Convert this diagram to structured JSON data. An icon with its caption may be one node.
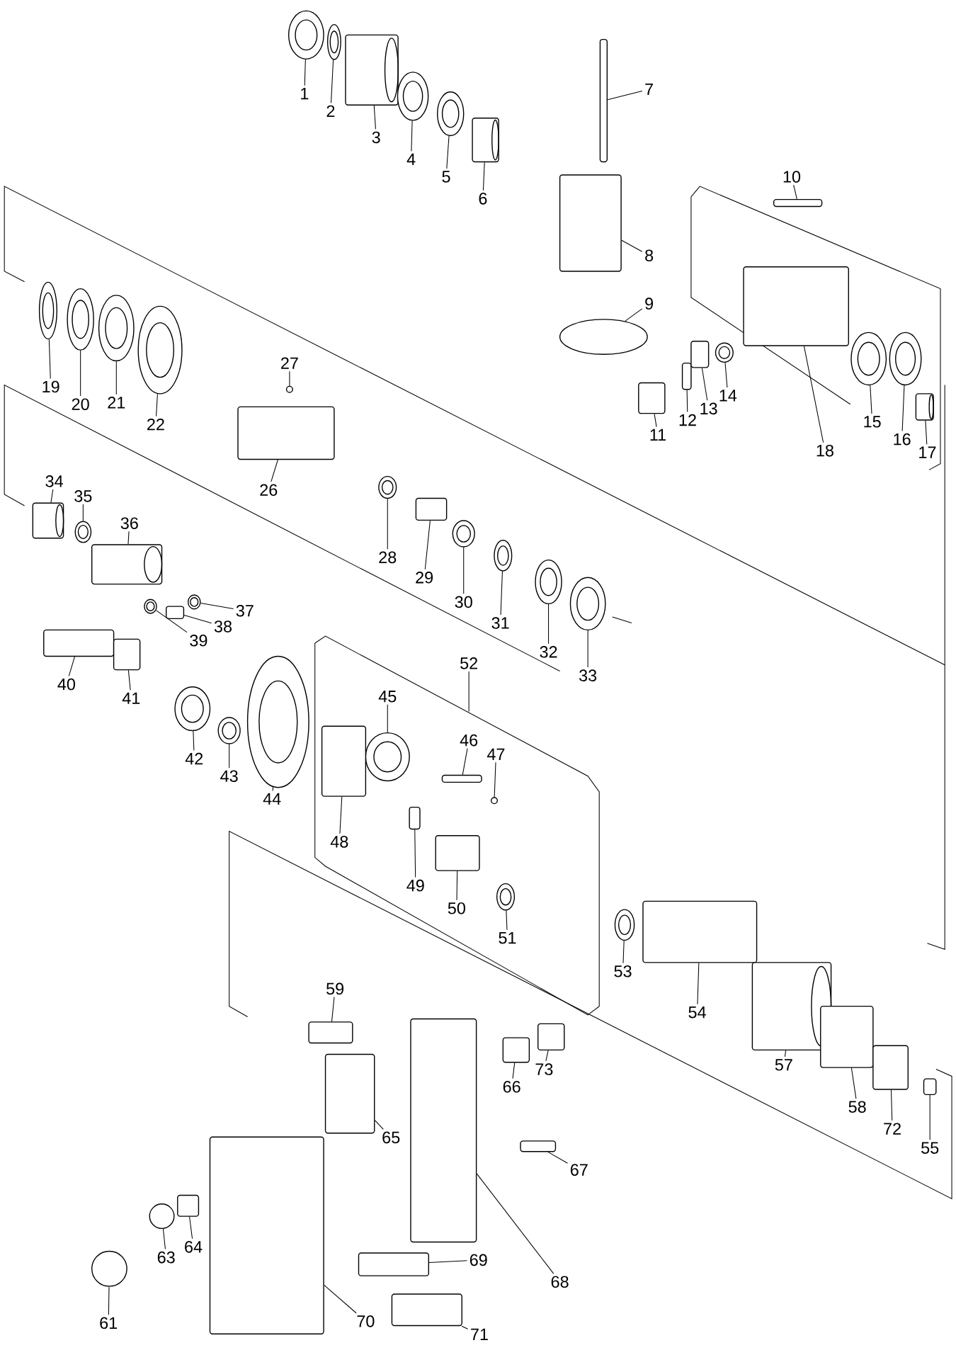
{
  "diagram": {
    "nodes": [
      {
        "text": [
          "1"
        ]
      },
      {
        "text": [
          "2"
        ]
      },
      {
        "text": [
          "3"
        ]
      },
      {
        "text": [
          "4"
        ]
      },
      {
        "text": [
          "5"
        ]
      },
      {
        "text": [
          "6"
        ]
      },
      {
        "text": [
          "7"
        ]
      },
      {
        "text": [
          "8"
        ]
      },
      {
        "text": [
          "9"
        ]
      },
      {
        "text": [
          "10"
        ]
      },
      {
        "text": [
          "11"
        ]
      },
      {
        "text": [
          "12"
        ]
      },
      {
        "text": [
          "13"
        ]
      },
      {
        "text": [
          "14"
        ]
      },
      {
        "text": [
          "15"
        ]
      },
      {
        "text": [
          "16"
        ]
      },
      {
        "text": [
          "17"
        ]
      },
      {
        "text": [
          "18"
        ]
      },
      {
        "text": [
          "19"
        ]
      },
      {
        "text": [
          "20"
        ]
      },
      {
        "text": [
          "21"
        ]
      },
      {
        "text": [
          "22"
        ]
      },
      {
        "text": [
          "26"
        ]
      },
      {
        "text": [
          "27"
        ]
      },
      {
        "text": [
          "28"
        ]
      },
      {
        "text": [
          "29"
        ]
      },
      {
        "text": [
          "30"
        ]
      },
      {
        "text": [
          "31"
        ]
      },
      {
        "text": [
          "32"
        ]
      },
      {
        "text": [
          "33"
        ]
      },
      {
        "text": [
          "34"
        ]
      },
      {
        "text": [
          "35"
        ]
      },
      {
        "text": [
          "36"
        ]
      },
      {
        "text": [
          "37"
        ]
      },
      {
        "text": [
          "38"
        ]
      },
      {
        "text": [
          "39"
        ]
      },
      {
        "text": [
          "40"
        ]
      },
      {
        "text": [
          "41"
        ]
      },
      {
        "text": [
          "42"
        ]
      },
      {
        "text": [
          "43"
        ]
      },
      {
        "text": [
          "44"
        ]
      },
      {
        "text": [
          "45"
        ],
        "in": 115
      },
      {
        "text": [
          "46"
        ],
        "in": 115
      },
      {
        "text": [
          "47"
        ],
        "in": 115
      },
      {
        "text": [
          "48"
        ],
        "in": 115
      },
      {
        "text": [
          "49"
        ],
        "in": 115
      },
      {
        "text": [
          "50"
        ],
        "in": 115
      },
      {
        "text": [
          "51"
        ],
        "in": 115
      },
      {
        "text": [
          "52"
        ]
      },
      {
        "text": [
          "53"
        ]
      },
      {
        "text": [
          "54"
        ]
      },
      {
        "text": [
          "55"
        ]
      },
      {
        "text": [
          "57"
        ]
      },
      {
        "text": [
          "58"
        ]
      },
      {
        "text": [
          "59"
        ]
      },
      {
        "text": [
          "61"
        ]
      },
      {
        "text": [
          "63"
        ]
      },
      {
        "text": [
          "64"
        ]
      },
      {
        "text": [
          "65"
        ]
      },
      {
        "text": [
          "66"
        ]
      },
      {
        "text": [
          "67"
        ]
      },
      {
        "text": [
          "68"
        ]
      },
      {
        "text": [
          "69"
        ]
      },
      {
        "text": [
          "70"
        ]
      },
      {
        "text": [
          "71"
        ]
      },
      {
        "text": [
          "72"
        ]
      },
      {
        "text": [
          "73"
        ]
      },
      {
        "text": [],
        "shape": "circle"
      },
      {
        "text": [],
        "shape": "circle"
      },
      {
        "text": [],
        "shape": "box"
      },
      {
        "text": [],
        "shape": "circle"
      },
      {
        "text": [],
        "shape": "circle"
      },
      {
        "text": [],
        "shape": "box"
      },
      {
        "text": [],
        "shape": "box"
      },
      {
        "text": [],
        "shape": "box"
      },
      {
        "text": [],
        "shape": "circle"
      },
      {
        "text": [],
        "shape": "box"
      },
      {
        "text": [],
        "shape": "box"
      },
      {
        "text": [],
        "shape": "box"
      },
      {
        "text": [],
        "shape": "box"
      },
      {
        "text": [],
        "shape": "circle"
      },
      {
        "text": [],
        "shape": "circle"
      },
      {
        "text": [],
        "shape": "circle"
      },
      {
        "text": [],
        "shape": "box"
      },
      {
        "text": [],
        "shape": "box"
      },
      {
        "text": [],
        "shape": "circle"
      },
      {
        "text": [],
        "shape": "circle"
      },
      {
        "text": [],
        "shape": "circle"
      },
      {
        "text": [],
        "shape": "circle"
      },
      {
        "text": [],
        "shape": "box"
      },
      {
        "text": [],
        "shape": "circle"
      },
      {
        "text": [],
        "shape": "circle"
      },
      {
        "text": [],
        "shape": "box"
      },
      {
        "text": [],
        "shape": "circle"
      },
      {
        "text": [],
        "shape": "circle"
      },
      {
        "text": [],
        "shape": "circle"
      },
      {
        "text": [],
        "shape": "circle"
      },
      {
        "text": [],
        "shape": "box"
      },
      {
        "text": [],
        "shape": "circle"
      },
      {
        "text": [],
        "shape": "box"
      },
      {
        "text": [],
        "shape": "circle"
      },
      {
        "text": [],
        "shape": "box"
      },
      {
        "text": [],
        "shape": "circle"
      },
      {
        "text": [],
        "shape": "box"
      },
      {
        "text": [],
        "shape": "box"
      },
      {
        "text": [],
        "shape": "circle"
      },
      {
        "text": [],
        "shape": "circle"
      },
      {
        "text": [],
        "shape": "circle"
      },
      {
        "text": [],
        "shape": "circle",
        "in": 115
      },
      {
        "text": [],
        "shape": "box",
        "in": 115
      },
      {
        "text": [],
        "shape": "circle",
        "in": 115
      },
      {
        "text": [],
        "shape": "box",
        "in": 115
      },
      {
        "text": [],
        "shape": "box",
        "in": 115
      },
      {
        "text": [],
        "shape": "box",
        "in": 115
      },
      {
        "text": [],
        "shape": "circle",
        "in": 115
      },
      {
        "text": [],
        "shape": "box"
      },
      {
        "text": [],
        "shape": "circle"
      },
      {
        "text": [],
        "shape": "box"
      },
      {
        "text": [],
        "shape": "box"
      },
      {
        "text": [],
        "shape": "box"
      },
      {
        "text": [],
        "shape": "box"
      },
      {
        "text": [],
        "shape": "box"
      },
      {
        "text": [],
        "shape": "circle"
      },
      {
        "text": [],
        "shape": "circle"
      },
      {
        "text": [],
        "shape": "box"
      },
      {
        "text": [],
        "shape": "box"
      },
      {
        "text": [],
        "shape": "box"
      },
      {
        "text": [],
        "shape": "box"
      },
      {
        "text": [],
        "shape": "box"
      },
      {
        "text": [],
        "shape": "box"
      },
      {
        "text": [],
        "shape": "box"
      },
      {
        "text": [],
        "shape": "box"
      },
      {
        "text": [],
        "shape": "box"
      },
      {
        "text": [],
        "shape": "box"
      }
    ],
    "edges": [
      {
        "from": 0,
        "to": 67,
        "arrow": "none"
      },
      {
        "from": 1,
        "to": 68,
        "arrow": "none"
      },
      {
        "from": 2,
        "to": 69,
        "arrow": "none"
      },
      {
        "from": 3,
        "to": 70,
        "arrow": "none"
      },
      {
        "from": 4,
        "to": 71,
        "arrow": "none"
      },
      {
        "from": 5,
        "to": 72,
        "arrow": "none"
      },
      {
        "from": 6,
        "to": 73,
        "arrow": "none"
      },
      {
        "from": 7,
        "to": 74,
        "arrow": "none"
      },
      {
        "from": 8,
        "to": 75,
        "arrow": "none"
      },
      {
        "from": 9,
        "to": 76,
        "arrow": "none"
      },
      {
        "from": 10,
        "to": 77,
        "arrow": "none"
      },
      {
        "from": 11,
        "to": 78,
        "arrow": "none"
      },
      {
        "from": 12,
        "to": 79,
        "arrow": "none"
      },
      {
        "from": 13,
        "to": 80,
        "arrow": "none"
      },
      {
        "from": 14,
        "to": 81,
        "arrow": "none"
      },
      {
        "from": 15,
        "to": 82,
        "arrow": "none"
      },
      {
        "from": 16,
        "to": 83,
        "arrow": "none"
      },
      {
        "from": 17,
        "to": 84,
        "arrow": "none"
      },
      {
        "from": 18,
        "to": 85,
        "arrow": "none"
      },
      {
        "from": 19,
        "to": 86,
        "arrow": "none"
      },
      {
        "from": 20,
        "to": 87,
        "arrow": "none"
      },
      {
        "from": 21,
        "to": 88,
        "arrow": "none"
      },
      {
        "from": 22,
        "to": 89,
        "arrow": "none"
      },
      {
        "from": 23,
        "to": 90,
        "arrow": "none"
      },
      {
        "from": 24,
        "to": 91,
        "arrow": "none"
      },
      {
        "from": 25,
        "to": 92,
        "arrow": "none"
      },
      {
        "from": 26,
        "to": 93,
        "arrow": "none"
      },
      {
        "from": 27,
        "to": 94,
        "arrow": "none"
      },
      {
        "from": 28,
        "to": 95,
        "arrow": "none"
      },
      {
        "from": 29,
        "to": 96,
        "arrow": "none"
      },
      {
        "from": 30,
        "to": 97,
        "arrow": "none"
      },
      {
        "from": 31,
        "to": 98,
        "arrow": "none"
      },
      {
        "from": 32,
        "to": 99,
        "arrow": "none"
      },
      {
        "from": 33,
        "to": 100,
        "arrow": "none"
      },
      {
        "from": 34,
        "to": 101,
        "arrow": "none"
      },
      {
        "from": 35,
        "to": 102,
        "arrow": "none"
      },
      {
        "from": 36,
        "to": 103,
        "arrow": "none"
      },
      {
        "from": 37,
        "to": 104,
        "arrow": "none"
      },
      {
        "from": 38,
        "to": 105,
        "arrow": "none"
      },
      {
        "from": 39,
        "to": 106,
        "arrow": "none"
      },
      {
        "from": 40,
        "to": 107,
        "arrow": "none"
      },
      {
        "from": 41,
        "to": 108,
        "arrow": "none"
      },
      {
        "from": 42,
        "to": 109,
        "arrow": "none"
      },
      {
        "from": 43,
        "to": 110,
        "arrow": "none"
      },
      {
        "from": 44,
        "to": 111,
        "arrow": "none"
      },
      {
        "from": 45,
        "to": 112,
        "arrow": "none"
      },
      {
        "from": 46,
        "to": 113,
        "arrow": "none"
      },
      {
        "from": 47,
        "to": 114,
        "arrow": "none"
      },
      {
        "from": 48,
        "to": 115,
        "arrow": "none"
      },
      {
        "from": 49,
        "to": 116,
        "arrow": "none"
      },
      {
        "from": 50,
        "to": 117,
        "arrow": "none"
      },
      {
        "from": 51,
        "to": 118,
        "arrow": "none"
      },
      {
        "from": 52,
        "to": 119,
        "arrow": "none"
      },
      {
        "from": 53,
        "to": 120,
        "arrow": "none"
      },
      {
        "from": 54,
        "to": 121,
        "arrow": "none"
      },
      {
        "from": 55,
        "to": 122,
        "arrow": "none"
      },
      {
        "from": 56,
        "to": 123,
        "arrow": "none"
      },
      {
        "from": 57,
        "to": 124,
        "arrow": "none"
      },
      {
        "from": 58,
        "to": 125,
        "arrow": "none"
      },
      {
        "from": 59,
        "to": 126,
        "arrow": "none"
      },
      {
        "from": 60,
        "to": 127,
        "arrow": "none"
      },
      {
        "from": 61,
        "to": 128,
        "arrow": "none"
      },
      {
        "from": 62,
        "to": 129,
        "arrow": "none"
      },
      {
        "from": 63,
        "to": 130,
        "arrow": "none"
      },
      {
        "from": 64,
        "to": 131,
        "arrow": "none"
      },
      {
        "from": 65,
        "to": 132,
        "arrow": "none"
      },
      {
        "from": 66,
        "to": 133,
        "arrow": "none"
      }
    ]
  }
}
